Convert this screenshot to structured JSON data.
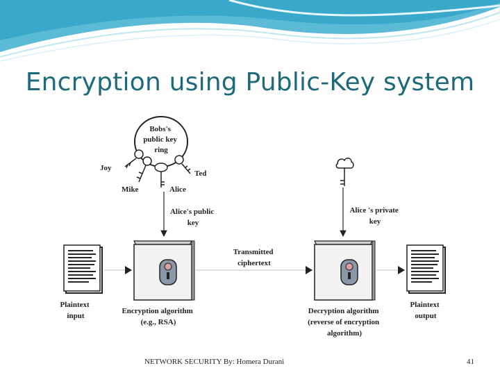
{
  "slide": {
    "title": "Encryption using Public-Key system",
    "footer": "NETWORK SECURITY By: Homera Durani",
    "page_number": "41"
  },
  "diagram": {
    "key_ring_label": [
      "Bobs's",
      "public key",
      "ring"
    ],
    "key_names": {
      "joy": "Joy",
      "mike": "Mike",
      "alice": "Alice",
      "ted": "Ted"
    },
    "public_key_label": [
      "Alice's public",
      "key"
    ],
    "private_key_label": [
      "Alice 's private",
      "key"
    ],
    "transmitted_label": [
      "Transmitted",
      "ciphertext"
    ],
    "plaintext_input_label": [
      "Plaintext",
      "input"
    ],
    "plaintext_output_label": [
      "Plaintext",
      "output"
    ],
    "encryption_label": [
      "Encryption algorithm",
      "(e.g., RSA)"
    ],
    "decryption_label": [
      "Decryption algorithm",
      "(reverse of encryption",
      "algorithm)"
    ]
  },
  "colors": {
    "title": "#1d6a7a",
    "wave_dark": "#3aa8c8",
    "wave_light": "#bfe6f2",
    "ink": "#222222",
    "box_face": "#f2f2f2",
    "lock_body": "#8a97a6",
    "lock_knob": "#d9a0a0"
  },
  "icons": [
    "document-icon",
    "lock-box-icon",
    "key-icon",
    "key-ring-icon",
    "arrow-icon"
  ]
}
